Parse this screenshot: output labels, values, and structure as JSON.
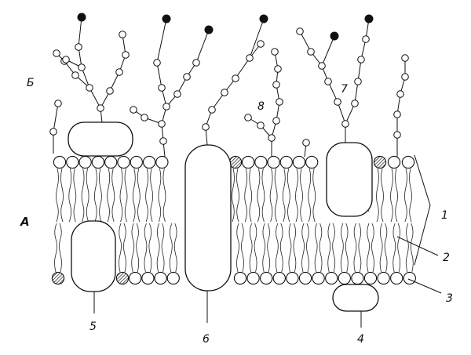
{
  "diagram": {
    "labels": {
      "A": "A",
      "B": "Б",
      "n1": "1",
      "n2": "2",
      "n3": "3",
      "n4": "4",
      "n5": "5",
      "n6": "6",
      "n7": "7",
      "n8": "8"
    }
  },
  "colors": {
    "ink": "#111111",
    "hatched_head": "#777777",
    "background": "#ffffff"
  }
}
